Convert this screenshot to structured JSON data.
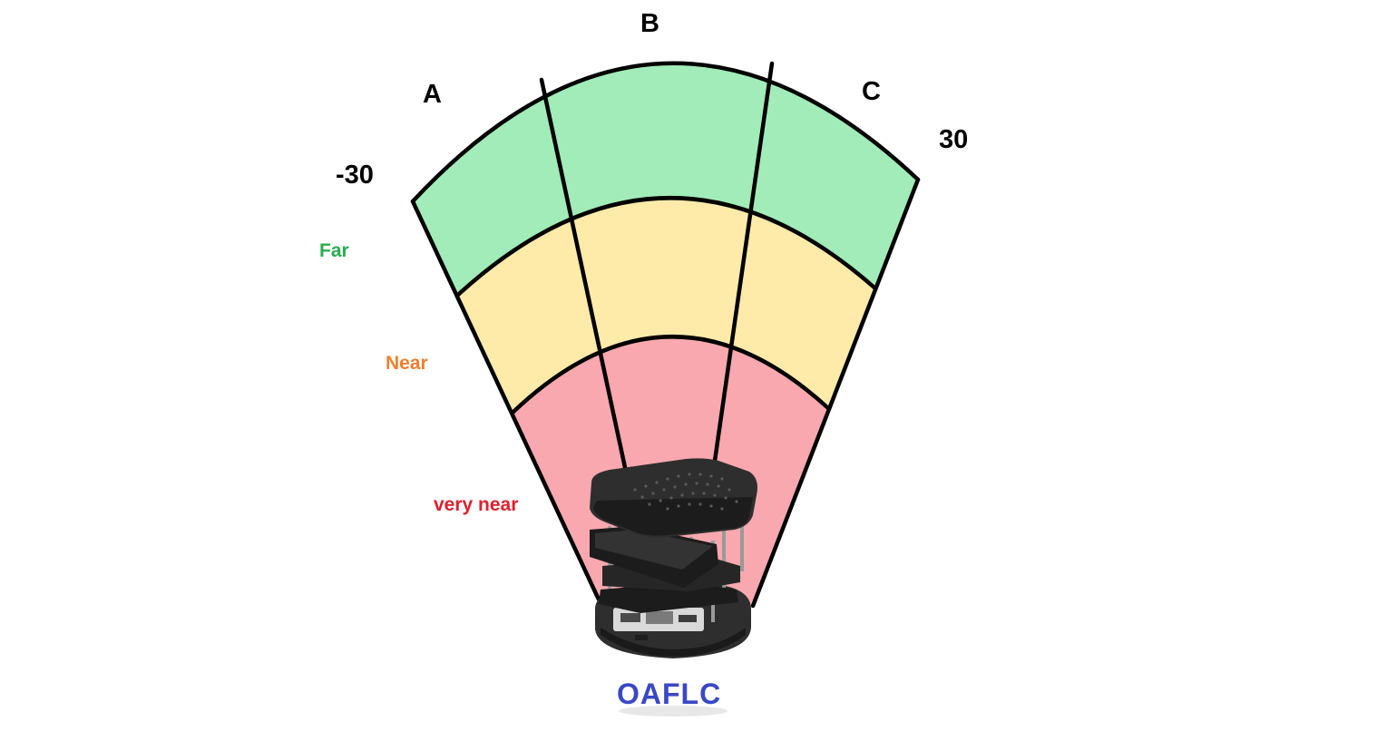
{
  "sectors": {
    "left": "A",
    "center": "B",
    "right": "C"
  },
  "angles": {
    "min": "-30",
    "max": "30"
  },
  "zones": [
    {
      "key": "far",
      "label": "Far",
      "fill": "#a1ecb9",
      "text_color": "#27ae4f"
    },
    {
      "key": "near",
      "label": "Near",
      "fill": "#feeaa9",
      "text_color": "#ee7f2d"
    },
    {
      "key": "very_near",
      "label": "very near",
      "fill": "#f8a8ae",
      "text_color": "#e0202c"
    }
  ],
  "title": {
    "text": "OAFLC",
    "color": "#3a47c7"
  },
  "icons": {
    "robot": "mobile-robot-icon"
  },
  "colors": {
    "outline": "#000000",
    "robot_body": "#2e2e2e",
    "robot_dark": "#1c1c1c",
    "robot_pole": "#9a9a9a"
  }
}
